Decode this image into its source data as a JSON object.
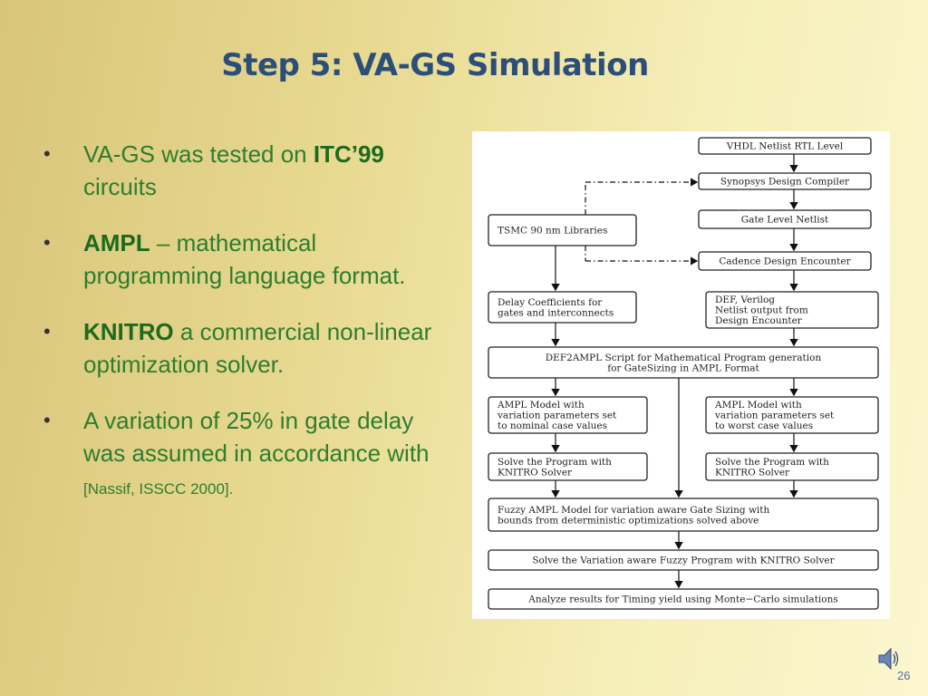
{
  "slide": {
    "title": "Step 5: VA-GS Simulation",
    "page_number": "26",
    "bullets": [
      {
        "pre": "VA-GS was tested on ",
        "bold": "ITC’99",
        "post": " circuits",
        "small": ""
      },
      {
        "pre": "",
        "bold": "AMPL",
        "post": " – mathematical programming language format.",
        "small": ""
      },
      {
        "pre": "",
        "bold": "KNITRO",
        "post": " a commercial non-linear optimization solver.",
        "small": ""
      },
      {
        "pre": "A variation of 25% in gate delay was assumed in accordance with ",
        "bold": "",
        "post": "",
        "small": "[Nassif, ISSCC 2000]."
      }
    ]
  },
  "diagram": {
    "boxes": [
      {
        "id": "b1",
        "lines": [
          "VHDL Netlist RTL Level"
        ]
      },
      {
        "id": "b2",
        "lines": [
          "Synopsys Design Compiler"
        ]
      },
      {
        "id": "b3",
        "lines": [
          "Gate Level Netlist"
        ]
      },
      {
        "id": "b4",
        "lines": [
          "TSMC 90 nm Libraries"
        ]
      },
      {
        "id": "b5",
        "lines": [
          "Cadence Design Encounter"
        ]
      },
      {
        "id": "b6",
        "lines": [
          "Delay Coefficients for",
          "gates and interconnects"
        ]
      },
      {
        "id": "b7",
        "lines": [
          "DEF, Verilog",
          "Netlist output from",
          "Design Encounter"
        ]
      },
      {
        "id": "b8",
        "lines": [
          "DEF2AMPL Script for Mathematical Program generation",
          "for GateSizing in AMPL Format"
        ]
      },
      {
        "id": "b9",
        "lines": [
          "AMPL Model with",
          "variation parameters set",
          "to nominal case values"
        ]
      },
      {
        "id": "b10",
        "lines": [
          "AMPL Model with",
          "variation parameters set",
          "to worst case values"
        ]
      },
      {
        "id": "b11",
        "lines": [
          "Solve the Program with",
          "KNITRO Solver"
        ]
      },
      {
        "id": "b12",
        "lines": [
          "Solve the Program with",
          "KNITRO Solver"
        ]
      },
      {
        "id": "b13",
        "lines": [
          "Fuzzy AMPL Model  for variation aware  Gate Sizing with",
          "bounds from deterministic optimizations solved above"
        ]
      },
      {
        "id": "b14",
        "lines": [
          "Solve the Variation aware Fuzzy Program with KNITRO Solver"
        ]
      },
      {
        "id": "b15",
        "lines": [
          "Analyze results for Timing yield  using Monte−Carlo simulations"
        ]
      }
    ]
  },
  "icons": {
    "speaker": "speaker-icon"
  }
}
